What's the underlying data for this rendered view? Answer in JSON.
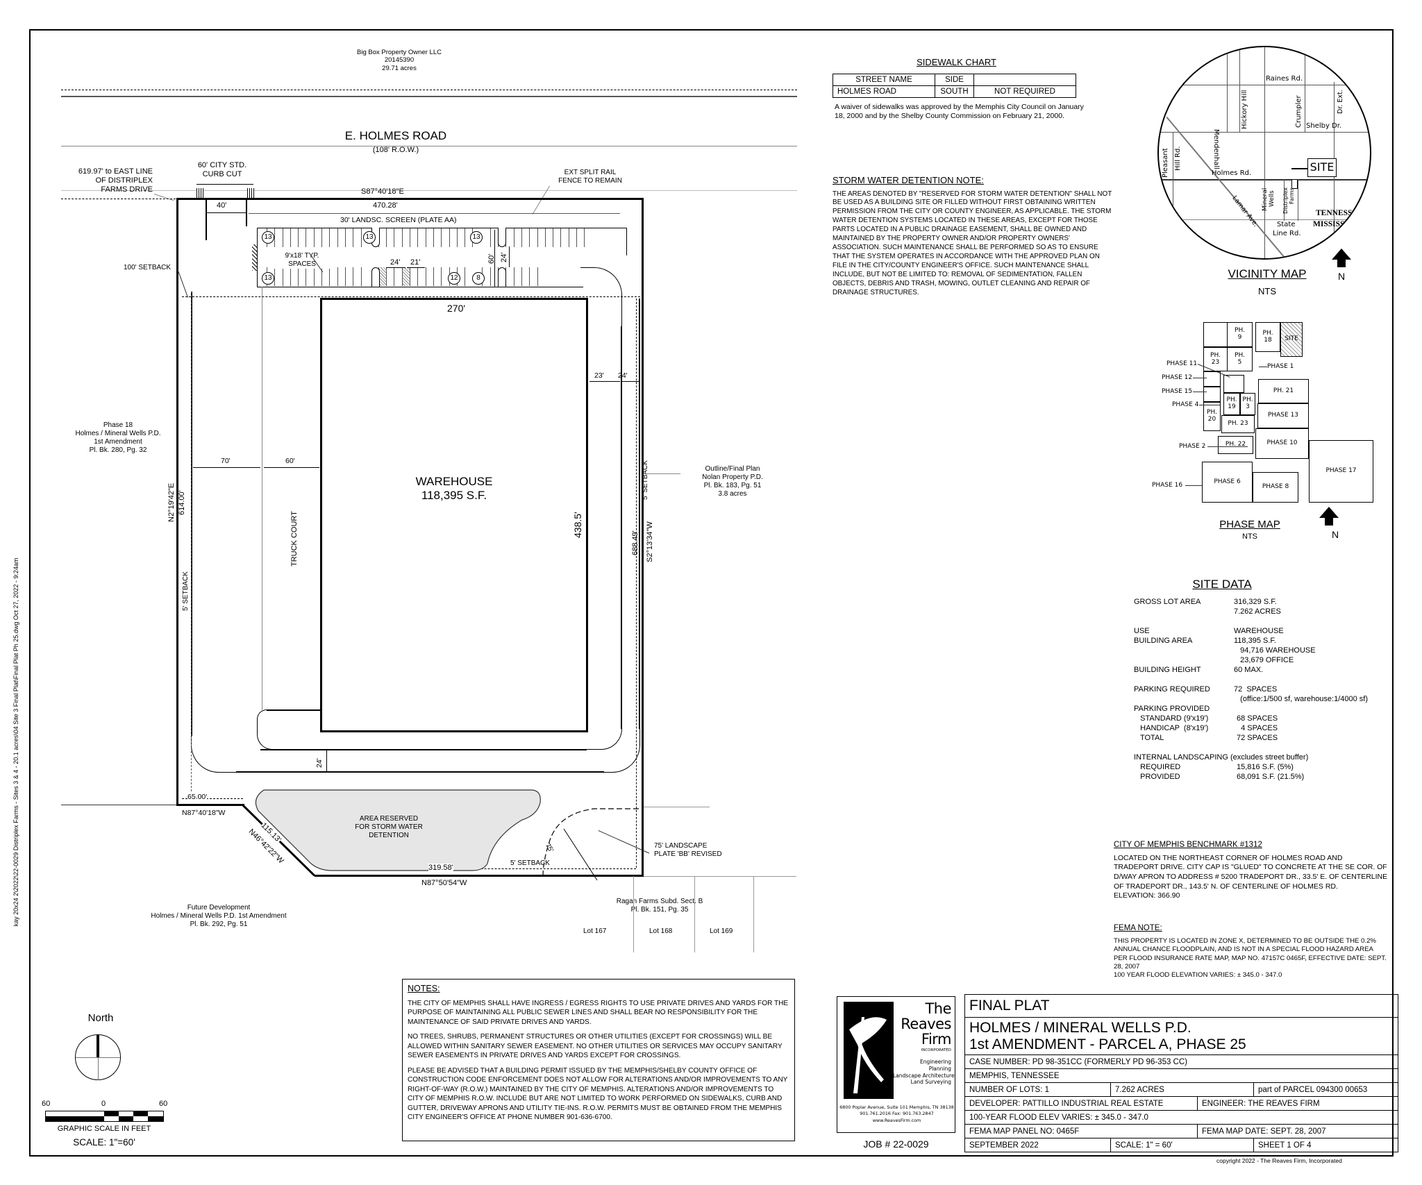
{
  "sheet": {
    "left_margin_note": "kay 20x24 2\\2022\\22-0029 Distriplex Farms - Sites 3 & 4 - 20.1 acres\\04 Site 3 Final Plat\\Final Plat Ph 25.dwg  Oct 27, 2022 - 9:24am"
  },
  "sidewalk_chart": {
    "title": "SIDEWALK CHART",
    "headers": [
      "STREET NAME",
      "SIDE",
      ""
    ],
    "rows": [
      [
        "HOLMES ROAD",
        "SOUTH",
        "NOT REQUIRED"
      ]
    ],
    "waiver_note": "A waiver of sidewalks was approved by the Memphis City Council on January 18, 2000 and by the Shelby County Commission on February 21, 2000."
  },
  "storm_water_note": {
    "title": "STORM WATER DETENTION NOTE:",
    "body": "THE AREAS DENOTED BY \"RESERVED FOR STORM WATER DETENTION\" SHALL NOT BE USED AS A BUILDING SITE OR FILLED WITHOUT FIRST OBTAINING WRITTEN PERMISSION FROM THE CITY OR COUNTY ENGINEER, AS APPLICABLE. THE STORM WATER DETENTION SYSTEMS LOCATED IN THESE AREAS, EXCEPT FOR THOSE PARTS LOCATED IN A PUBLIC DRAINAGE EASEMENT, SHALL BE OWNED AND MAINTAINED BY THE PROPERTY OWNER AND/OR PROPERTY OWNERS' ASSOCIATION. SUCH MAINTENANCE SHALL BE PERFORMED SO AS TO ENSURE THAT THE SYSTEM OPERATES IN ACCORDANCE WITH THE APPROVED PLAN ON FILE IN THE CITY/COUNTY ENGINEER'S OFFICE. SUCH MAINTENANCE SHALL INCLUDE, BUT NOT BE LIMITED TO: REMOVAL OF SEDIMENTATION, FALLEN OBJECTS, DEBRIS AND TRASH, MOWING, OUTLET CLEANING AND REPAIR OF DRAINAGE STRUCTURES."
  },
  "vicinity_map": {
    "title": "VICINITY MAP",
    "subtitle": "NTS",
    "north_label": "N",
    "site_label": "SITE",
    "streets": [
      "Raines Rd.",
      "Mendenhall",
      "Hickory Hill",
      "Crumpler",
      "Shelby  Dr.",
      "Pleasant",
      "Hill Rd.",
      "Holmes  Rd.",
      "Mineral",
      "Wells",
      "Distriplex",
      "Farms",
      "State",
      "Line Rd.",
      "Lamar  Ave.",
      "Dr.  Ext.",
      "TENNESSEE",
      "MISSISSIPPI"
    ]
  },
  "phase_map": {
    "title": "PHASE MAP",
    "subtitle": "NTS",
    "north_label": "N",
    "site_label": "SITE",
    "cells": [
      {
        "label": "PH.\n9"
      },
      {
        "label": "PH.\n18"
      },
      {
        "label": "PH.\n23"
      },
      {
        "label": "PH.\n5"
      },
      {
        "label": "PH.\n19"
      },
      {
        "label": "PH.\n3"
      },
      {
        "label": "PH.\n20"
      },
      {
        "label": "PH. 23"
      },
      {
        "label": "PH. 22"
      },
      {
        "label": "PH. 21"
      },
      {
        "label": "PHASE 13"
      },
      {
        "label": "PHASE 10"
      },
      {
        "label": "PHASE 17"
      },
      {
        "label": "PHASE 8"
      },
      {
        "label": "PHASE 6"
      }
    ],
    "callouts": [
      "PHASE 11",
      "PHASE 12",
      "PHASE 15",
      "PHASE 4",
      "PHASE 2",
      "PHASE 16",
      "PHASE 1"
    ]
  },
  "site_data": {
    "title": "SITE DATA",
    "rows": [
      {
        "key": "GROSS LOT AREA",
        "value": "316,329 S.F."
      },
      {
        "key": "",
        "value": "7.262 ACRES"
      },
      {
        "key": "",
        "value": ""
      },
      {
        "key": "USE",
        "value": "WAREHOUSE"
      },
      {
        "key": "BUILDING AREA",
        "value": "118,395 S.F."
      },
      {
        "key": "",
        "value": "   94,716 WAREHOUSE"
      },
      {
        "key": "",
        "value": "   23,679 OFFICE"
      },
      {
        "key": "BUILDING HEIGHT",
        "value": "60 MAX."
      },
      {
        "key": "",
        "value": ""
      },
      {
        "key": "PARKING REQUIRED",
        "value": "72  SPACES"
      },
      {
        "key": "",
        "value": "   (office:1/500 sf, warehouse:1/4000 sf)"
      },
      {
        "key": "PARKING PROVIDED",
        "value": ""
      },
      {
        "key": "   STANDARD (9'x19')",
        "value": "68 SPACES"
      },
      {
        "key": "   HANDICAP  (8'x19')",
        "value": "  4 SPACES"
      },
      {
        "key": "   TOTAL",
        "value": "72 SPACES"
      },
      {
        "key": "",
        "value": ""
      },
      {
        "key": "INTERNAL LANDSCAPING (excludes street buffer)",
        "value": ""
      },
      {
        "key": "   REQUIRED",
        "value": "15,816 S.F. (5%)"
      },
      {
        "key": "   PROVIDED",
        "value": "68,091 S.F. (21.5%)"
      }
    ]
  },
  "benchmark_note": {
    "title": "CITY OF MEMPHIS BENCHMARK #1312",
    "body": "LOCATED ON THE NORTHEAST CORNER OF HOLMES ROAD AND TRADEPORT DRIVE. CITY CAP IS \"GLUED\" TO CONCRETE AT THE SE COR. OF D/WAY APRON TO ADDRESS # 5200 TRADEPORT DR., 33.5' E. OF CENTERLINE OF TRADEPORT DR., 143.5' N. OF CENTERLINE OF HOLMES RD.",
    "elevation": "ELEVATION:  366.90"
  },
  "fema_note": {
    "title": "FEMA NOTE:",
    "body": "THIS PROPERTY IS LOCATED IN ZONE X, DETERMINED TO BE OUTSIDE THE 0.2% ANNUAL CHANCE FLOODPLAIN, AND IS NOT IN A SPECIAL FLOOD HAZARD AREA PER FLOOD INSURANCE RATE MAP, MAP NO. 47157C 0465F, EFFECTIVE DATE: SEPT. 28, 2007",
    "flood_elev": "100 YEAR FLOOD ELEVATION VARIES: ± 345.0 - 347.0"
  },
  "notes": {
    "title": "NOTES:",
    "paragraphs": [
      "THE CITY OF MEMPHIS SHALL HAVE INGRESS / EGRESS RIGHTS TO USE PRIVATE DRIVES AND YARDS FOR THE PURPOSE OF MAINTAINING ALL PUBLIC SEWER LINES AND SHALL BEAR NO RESPONSIBILITY FOR THE MAINTENANCE OF SAID PRIVATE DRIVES AND YARDS.",
      "NO TREES, SHRUBS, PERMANENT STRUCTURES OR OTHER UTILITIES (EXCEPT FOR CROSSINGS) WILL BE ALLOWED WITHIN SANITARY SEWER EASEMENT.  NO OTHER UTILITIES OR SERVICES MAY OCCUPY SANITARY SEWER EASEMENTS IN PRIVATE DRIVES AND YARDS EXCEPT FOR CROSSINGS.",
      "PLEASE BE ADVISED THAT A BUILDING PERMIT ISSUED BY THE MEMPHIS/SHELBY COUNTY OFFICE OF CONSTRUCTION CODE ENFORCEMENT DOES NOT ALLOW FOR ALTERATIONS AND/OR IMPROVEMENTS TO ANY RIGHT-OF-WAY (R.O.W.) MAINTAINED BY THE CITY OF MEMPHIS. ALTERATIONS AND/OR IMPROVEMENTS TO CITY OF MEMPHIS R.O.W. INCLUDE BUT ARE NOT LIMITED TO WORK PERFORMED ON SIDEWALKS, CURB AND GUTTER, DRIVEWAY APRONS AND UTILITY TIE-INS.  R.O.W. PERMITS MUST BE OBTAINED FROM THE MEMPHIS CITY ENGINEER'S OFFICE AT PHONE NUMBER 901-636-6700."
    ]
  },
  "logo": {
    "line1": "The",
    "line2": "Reaves",
    "line3": "Firm",
    "incorporated": "INCORPORATED",
    "services": [
      "Engineering",
      "Planning",
      "Landscape Architecture",
      "Land Surveying"
    ],
    "address": "6800 Poplar Avenue, Suite 101  Memphis, TN 38138",
    "phone": "901.761.2016  Fax: 901.763.2847",
    "web": "www.ReavesFirm.com",
    "job_number": "JOB # 22-0029"
  },
  "title_block": {
    "sheet_type": "FINAL PLAT",
    "project_line1": "HOLMES / MINERAL WELLS P.D.",
    "project_line2": "1st AMENDMENT - PARCEL A, PHASE 25",
    "case_number": "CASE NUMBER:  PD 98-351CC  (FORMERLY PD 96-353 CC)",
    "city_state": "MEMPHIS, TENNESSEE",
    "number_of_lots": "NUMBER OF LOTS:  1",
    "acres": "7.262 ACRES",
    "parcel": "part of PARCEL 094300 00653",
    "developer": "DEVELOPER:  PATTILLO INDUSTRIAL REAL ESTATE",
    "engineer": "ENGINEER:  THE REAVES FIRM",
    "flood_elev": "100-YEAR FLOOD ELEV VARIES:  ± 345.0 - 347.0",
    "fema_panel": "FEMA MAP PANEL NO: 0465F",
    "fema_date": "FEMA MAP DATE: SEPT. 28, 2007",
    "date": "SEPTEMBER 2022",
    "scale": "SCALE: 1\" = 60'",
    "sheet": "SHEET 1 OF 4",
    "copyright": "copyright 2022  - The Reaves Firm, Incorporated"
  },
  "north_scale": {
    "north_label": "North",
    "tick_left": "60",
    "tick_mid": "0",
    "tick_right": "60",
    "caption": "GRAPHIC SCALE IN FEET",
    "scale": "SCALE: 1\"=60'"
  },
  "site_plan": {
    "owner_north": "Big Box Property Owner LLC\n20145390\n29.71 acres",
    "road_name": "E. HOLMES ROAD",
    "road_row": "(108' R.O.W.)",
    "distriplex_note": "619.97' to EAST LINE\nOF DISTRIPLEX\nFARMS DRIVE",
    "curb_cut": "60' CITY STD.\nCURB CUT",
    "curb_cut_dim": "40'",
    "fence_note": "EXT SPLIT RAIL\nFENCE TO REMAIN",
    "bearing_north": "S87°40'18\"E",
    "distance_north": "470.28'",
    "landsc_screen": "30' LANDSC. SCREEN (PLATE AA)",
    "typ_spaces": "9'x18' TYP.\nSPACES",
    "stall_counts": [
      "13",
      "13",
      "13",
      "12",
      "8"
    ],
    "drive_dims": [
      "24'",
      "21'",
      "24'",
      "23'",
      "24'",
      "70'",
      "60'",
      "24'"
    ],
    "building_label": "WAREHOUSE\n118,395 S.F.",
    "building_width": "270'",
    "building_depth": "438.5'",
    "truck_court": "TRUCK COURT",
    "setback_100": "100' SETBACK",
    "setback_5_left": "5' SETBACK",
    "setback_5_right": "5' SETBACK",
    "setback_5_bottom": "5' SETBACK",
    "west_bearing": "N2°19'42\"E",
    "west_distance": "614.00'",
    "east_bearing": "S2°13'34\"W",
    "east_distance": "688.49'",
    "south_bearing1": "N87°40'18\"W",
    "south_distance1": "65.00'",
    "diag_bearing": "N46°42'22\"W",
    "diag_distance": "115.13'",
    "south_bearing2": "N87°50'54\"W",
    "south_distance2": "319.58'",
    "phase18_note": "Phase 18\nHolmes / Mineral Wells P.D.\n1st Amendment\nPl. Bk. 280, Pg. 32",
    "nolan_note": "Outline/Final Plan\nNolan Property P.D.\nPl. Bk. 183, Pg. 51\n3.8 acres",
    "detention_label": "AREA RESERVED\nFOR STORM WATER\nDETENTION",
    "landscape_75": "75' LANDSCAPE\nPLATE 'BB' REVISED",
    "landscape_75_dim": "75'",
    "future_dev": "Future Development\nHolmes / Mineral Wells P.D. 1st Amendment\nPl. Bk. 292, Pg. 51",
    "ragan_note": "Ragan Farms Subd. Sect. B\nPl. Bk. 151, Pg. 35",
    "lots": [
      "Lot 167",
      "Lot 168",
      "Lot 169"
    ]
  }
}
